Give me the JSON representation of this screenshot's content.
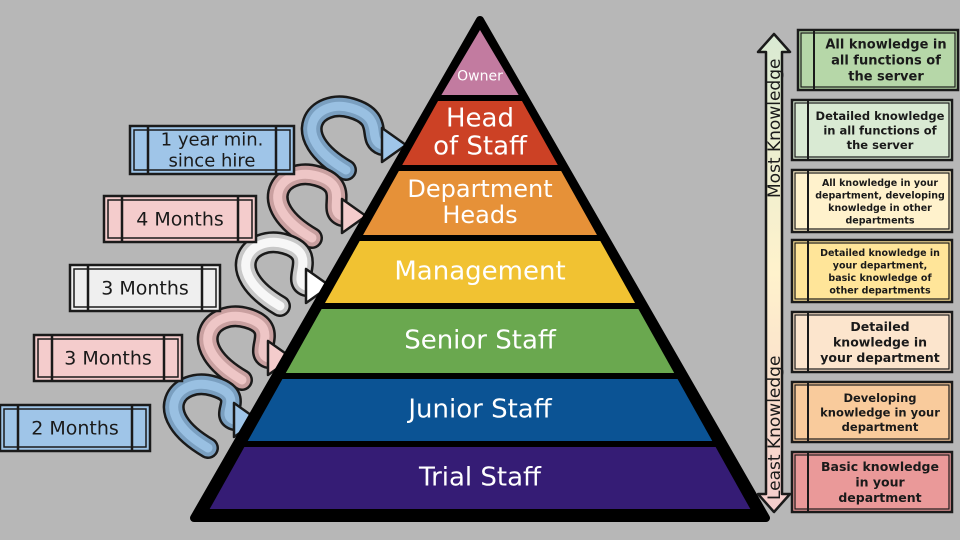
{
  "pyramid": {
    "tiers": [
      {
        "label": "Owner",
        "color": "#c27ba0"
      },
      {
        "label": "Head\nof Staff",
        "color": "#cc4125"
      },
      {
        "label": "Department\nHeads",
        "color": "#e69138"
      },
      {
        "label": "Management",
        "color": "#f1c232"
      },
      {
        "label": "Senior Staff",
        "color": "#6aa84f"
      },
      {
        "label": "Junior Staff",
        "color": "#0b5394"
      },
      {
        "label": "Trial Staff",
        "color": "#351c75"
      }
    ]
  },
  "promotions": [
    {
      "label": "1 year min.\nsince hire",
      "fill": "#9fc5e8",
      "arrow": "#7a9fc0",
      "arrow_light": "#9fc5e8"
    },
    {
      "label": "4 Months",
      "fill": "#f4cccc",
      "arrow": "#c9a0a0",
      "arrow_light": "#f4cccc"
    },
    {
      "label": "3 Months",
      "fill": "#efefef",
      "arrow": "#c8c8c8",
      "arrow_light": "#ffffff"
    },
    {
      "label": "3 Months",
      "fill": "#f4cccc",
      "arrow": "#c9a0a0",
      "arrow_light": "#f4cccc"
    },
    {
      "label": "2 Months",
      "fill": "#9fc5e8",
      "arrow": "#7a9fc0",
      "arrow_light": "#9fc5e8"
    }
  ],
  "knowledge_axis": {
    "top_label": "Most Knowledge",
    "bottom_label": "Least Knowledge",
    "gradient_top": "#d9ead3",
    "gradient_bottom": "#f4cccc"
  },
  "knowledge_levels": [
    {
      "text": "All knowledge in\nall functions of\nthe server",
      "fill": "#b6d7a8"
    },
    {
      "text": "Detailed knowledge\nin all functions of\nthe server",
      "fill": "#d9ead3"
    },
    {
      "text": "All knowledge in your\ndepartment, developing\nknowledge in other\ndepartments",
      "fill": "#fff2cc"
    },
    {
      "text": "Detailed knowledge in\nyour department,\nbasic knowledge of\nother departments",
      "fill": "#ffe599"
    },
    {
      "text": "Detailed\nknowledge in\nyour department",
      "fill": "#fce5cd"
    },
    {
      "text": "Developing\nknowledge in your\ndepartment",
      "fill": "#f9cb9c"
    },
    {
      "text": "Basic knowledge\nin your\ndepartment",
      "fill": "#ea9999"
    }
  ]
}
